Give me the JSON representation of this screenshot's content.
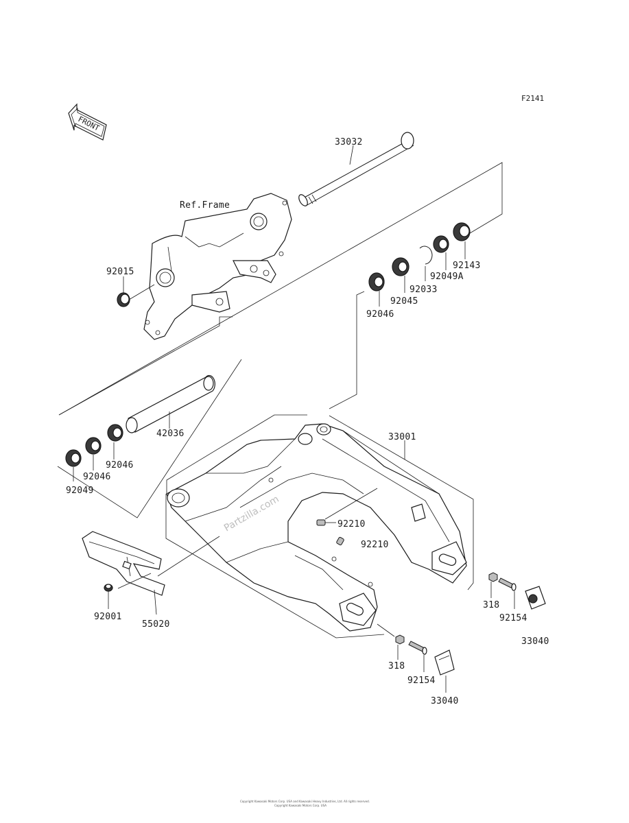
{
  "diagram": {
    "figure_code": "F2141",
    "front_arrow_label": "FRONT",
    "ref_label": "Ref.Frame",
    "watermark": "Partzilla.com",
    "copyright_line1": "Copyright Kawasaki Motors Corp. USA and Kawasaki Heavy Industries, Ltd. All rights reserved.",
    "copyright_line2": "Copyright Kawasaki Motors Corp. USA"
  },
  "parts": {
    "p33032": "33032",
    "p92015": "92015",
    "p92143": "92143",
    "p92049A": "92049A",
    "p92033": "92033",
    "p92045": "92045",
    "p92046_top": "92046",
    "p42036": "42036",
    "p33001": "33001",
    "p92046_a": "92046",
    "p92046_b": "92046",
    "p92049": "92049",
    "p92210_a": "92210",
    "p92210_b": "92210",
    "p92001": "92001",
    "p55020": "55020",
    "p318_right": "318",
    "p92154_right": "92154",
    "p33040_right": "33040",
    "p318_bottom": "318",
    "p92154_bottom": "92154",
    "p33040_bottom": "33040"
  }
}
